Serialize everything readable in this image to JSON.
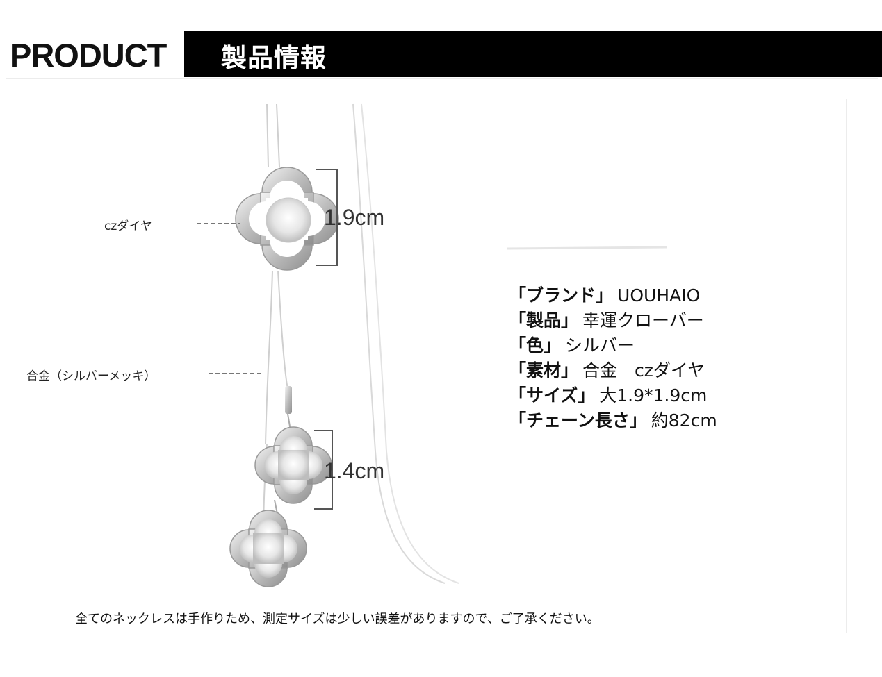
{
  "header": {
    "left_label": "PRODUCT",
    "title": "製品情報"
  },
  "callouts": {
    "stone": "czダイヤ",
    "alloy": "合金（シルバーメッキ）"
  },
  "dimensions": {
    "large": "1.9cm",
    "small": "1.4cm"
  },
  "specs": [
    {
      "key": "「ブランド」",
      "value": "UOUHAIO"
    },
    {
      "key": "「製品」",
      "value": "幸運クローバー"
    },
    {
      "key": "「色」",
      "value": "シルバー"
    },
    {
      "key": "「素材」",
      "value": "合金　czダイヤ"
    },
    {
      "key": "「サイズ」",
      "value": "大1.9*1.9cm"
    },
    {
      "key": "「チェーン長さ」",
      "value": "約82cm"
    }
  ],
  "footer": {
    "note": "全てのネックレスは手作りため、測定サイズは少しい誤差がありますので、ご了承ください。"
  },
  "colors": {
    "header_bg": "#000000",
    "silver": "#c8c8c8"
  }
}
